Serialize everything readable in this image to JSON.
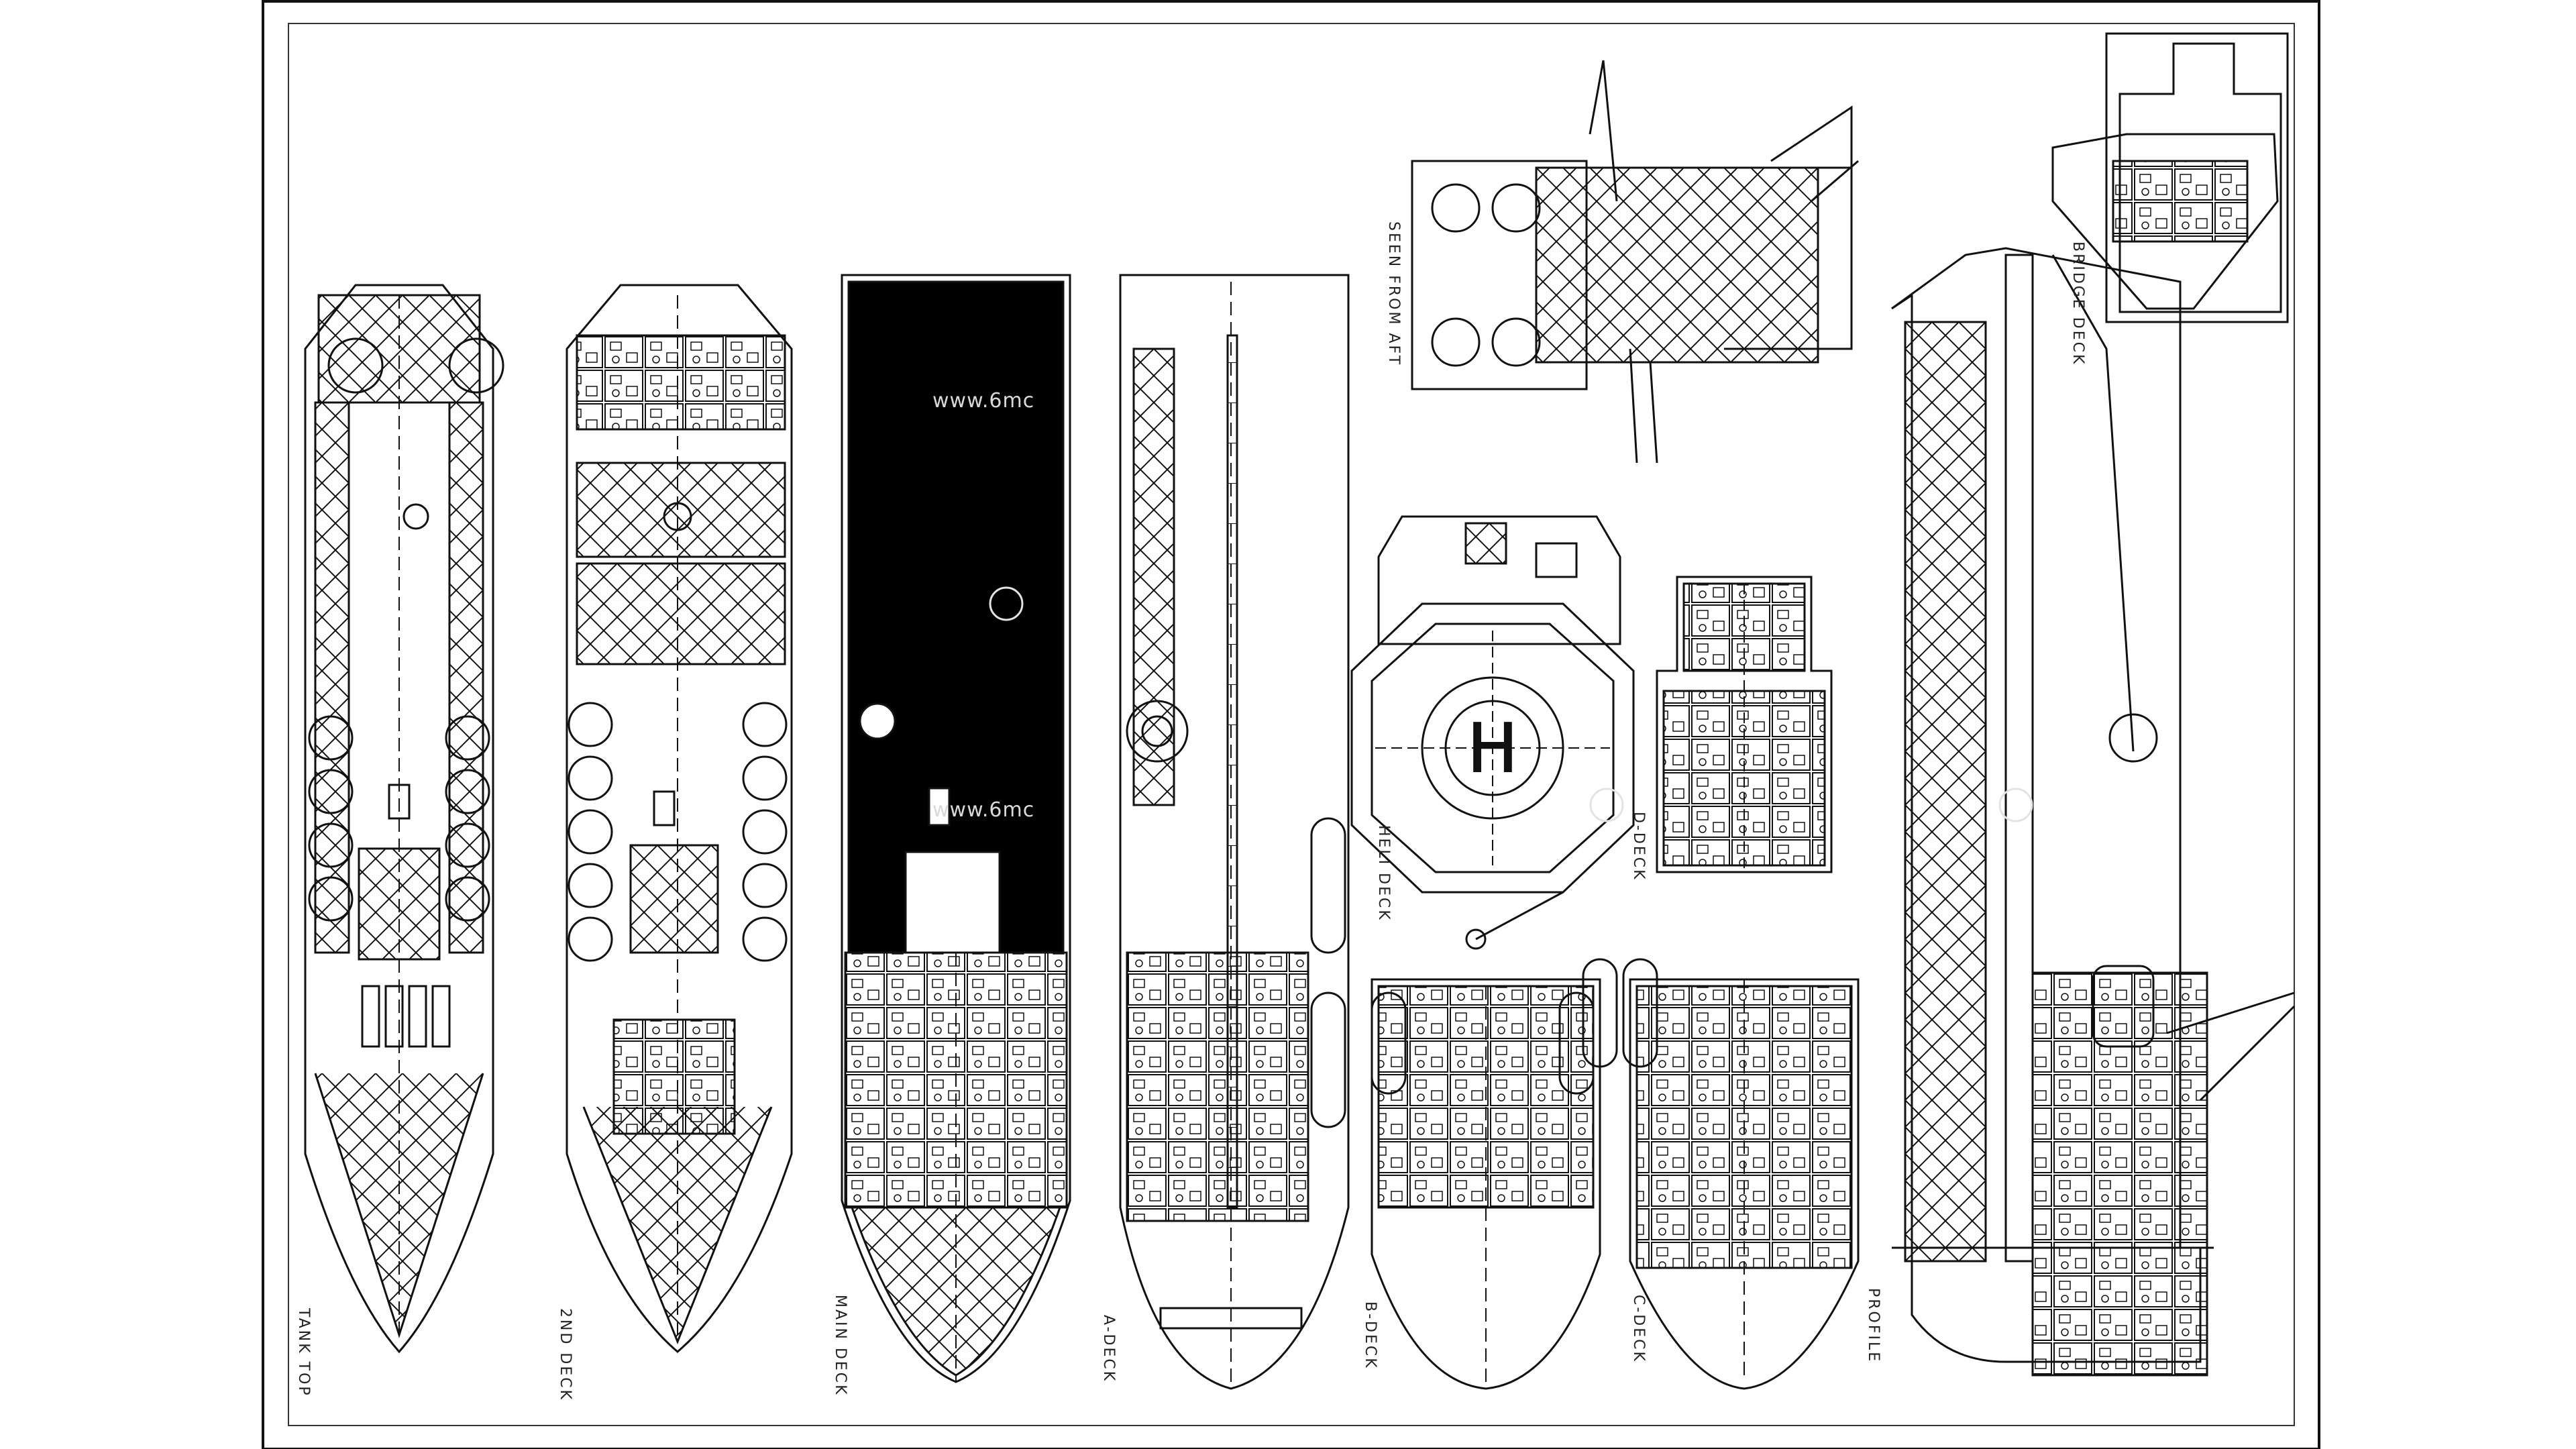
{
  "drawing": {
    "views": [
      {
        "id": "tank-top",
        "label": "TANK TOP"
      },
      {
        "id": "2nd-deck",
        "label": "2ND DECK"
      },
      {
        "id": "main-deck",
        "label": "MAIN DECK"
      },
      {
        "id": "a-deck",
        "label": "A-DECK"
      },
      {
        "id": "b-deck",
        "label": "B-DECK"
      },
      {
        "id": "heli-deck",
        "label": "HELI DECK"
      },
      {
        "id": "d-deck",
        "label": "D-DECK"
      },
      {
        "id": "c-deck",
        "label": "C-DECK"
      },
      {
        "id": "profile",
        "label": "PROFILE"
      },
      {
        "id": "seen-from-aft",
        "label": "SEEN FROM AFT"
      },
      {
        "id": "bridge-deck",
        "label": "BRIDGE DECK"
      }
    ],
    "helipad_mark": "H",
    "watermark": "www.6mc"
  },
  "colors": {
    "line": "#111111",
    "fill": "#000000",
    "paper": "#ffffff",
    "watermark": "#d9d9d9"
  }
}
